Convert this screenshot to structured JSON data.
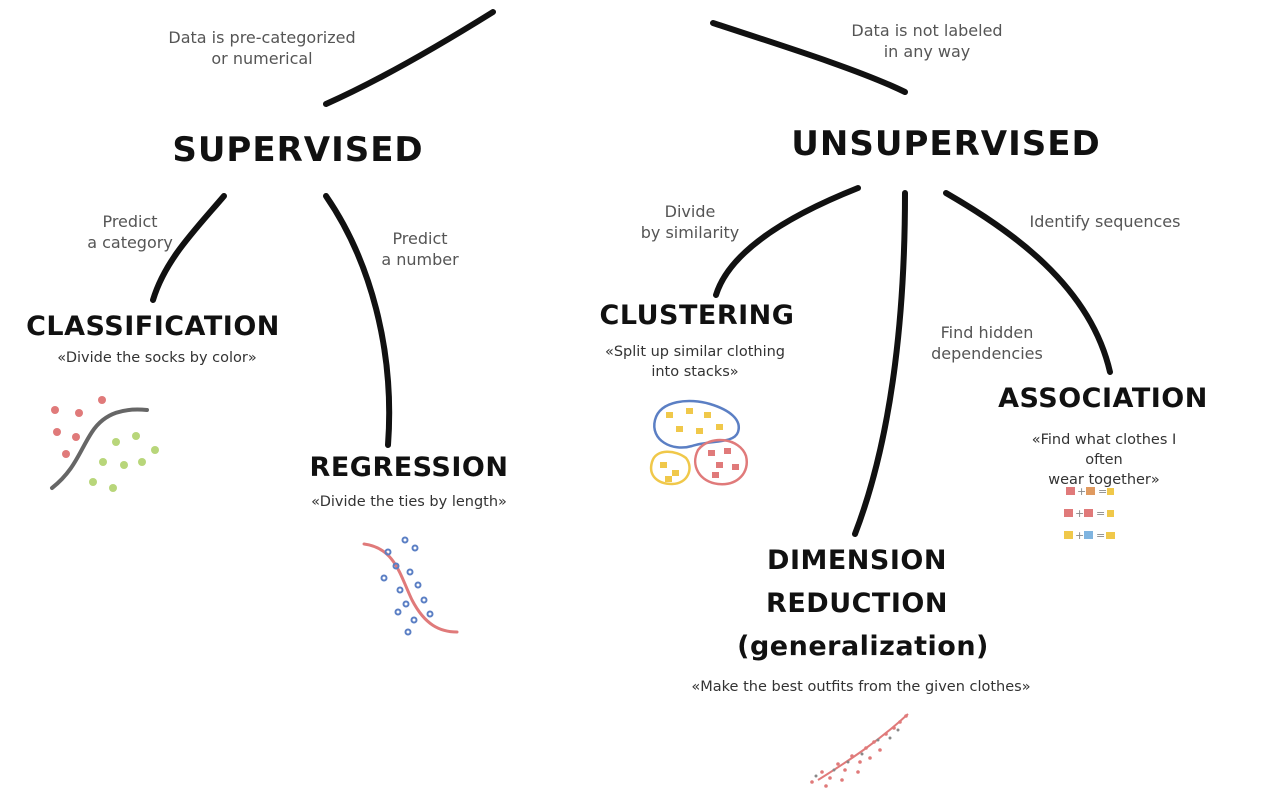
{
  "edge_labels": {
    "supervised": "Data is pre-categorized\nor numerical",
    "unsupervised": "Data is not labeled\nin any way",
    "classification": "Predict\na category",
    "regression": "Predict\na number",
    "clustering": "Divide\nby similarity",
    "association": "Identify sequences",
    "dimension_reduction": "Find hidden\ndependencies"
  },
  "nodes": {
    "supervised": "SUPERVISED",
    "unsupervised": "UNSUPERVISED",
    "classification": {
      "title": "CLASSIFICATION",
      "example": "«Divide the socks by color»"
    },
    "regression": {
      "title": "REGRESSION",
      "example": "«Divide the ties by length»"
    },
    "clustering": {
      "title": "CLUSTERING",
      "example": "«Split up similar clothing\ninto stacks»"
    },
    "association": {
      "title": "ASSOCIATION",
      "example": "«Find what clothes I often\nwear together»"
    },
    "dimension_reduction": {
      "title_line1": "DIMENSION",
      "title_line2": "REDUCTION",
      "title_line3": "(generalization)",
      "example": "«Make the best outfits from the given clothes»"
    }
  },
  "colors": {
    "line": "#111111",
    "red": "#e07a7a",
    "green": "#b8d67a",
    "blue": "#5b7fc4",
    "yellow": "#f0c84a",
    "gray": "#666666"
  }
}
